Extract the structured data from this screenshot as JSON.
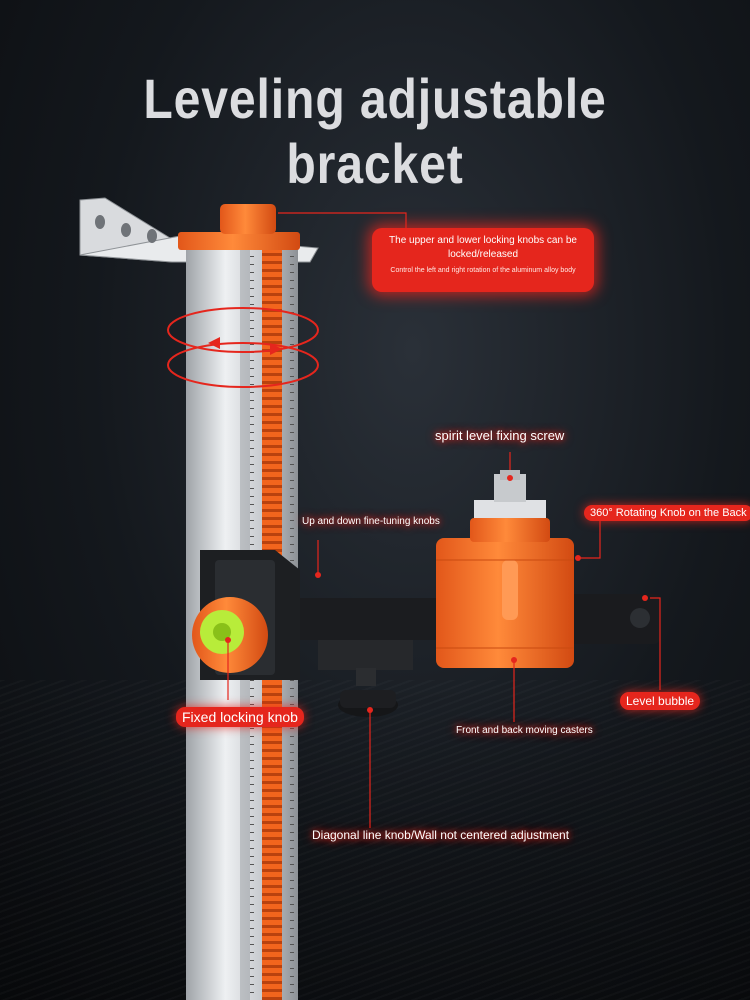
{
  "title": "Leveling adjustable bracket",
  "callouts": {
    "locking_knobs": {
      "line1": "The upper and lower locking knobs can be locked/released",
      "line2": "Control the left and right rotation of the aluminum alloy body"
    },
    "spirit_level_screw": "spirit level fixing screw",
    "rotating_knob": "360° Rotating Knob on the Back",
    "fine_tuning": "Up and down fine-tuning knobs",
    "fixed_locking_knob": "Fixed locking knob",
    "level_bubble": "Level bubble",
    "casters": "Front and back moving casters",
    "diagonal_knob": "Diagonal line knob/Wall not centered adjustment"
  },
  "colors": {
    "accent": "#e5261d",
    "orange": "#ff6a1a",
    "aluminum": "#c9ccd0",
    "background": "#14181d"
  }
}
